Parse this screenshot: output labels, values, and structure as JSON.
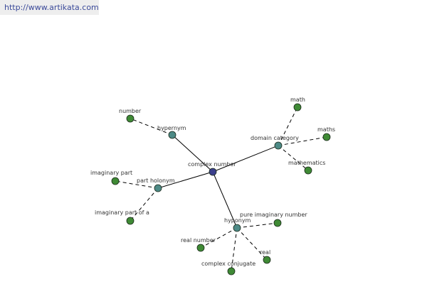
{
  "header": {
    "url": "http://www.artikata.com"
  },
  "colors": {
    "root_node": "#3b3f8c",
    "relation_node": "#4d8a86",
    "term_node": "#3f8a35",
    "edge": "#000000"
  },
  "diagram": {
    "root": "complex number",
    "relations": [
      {
        "id": "hypernym",
        "label": "hypernym",
        "terms": [
          "number"
        ]
      },
      {
        "id": "domain-category",
        "label": "domain category",
        "terms": [
          "math",
          "maths",
          "mathematics"
        ]
      },
      {
        "id": "part-holonym",
        "label": "part holonym",
        "terms": [
          "imaginary part",
          "imaginary part of a"
        ]
      },
      {
        "id": "hyponym",
        "label": "hyponym",
        "terms": [
          "pure imaginary number",
          "real number",
          "complex conjugate",
          "real"
        ]
      }
    ]
  }
}
